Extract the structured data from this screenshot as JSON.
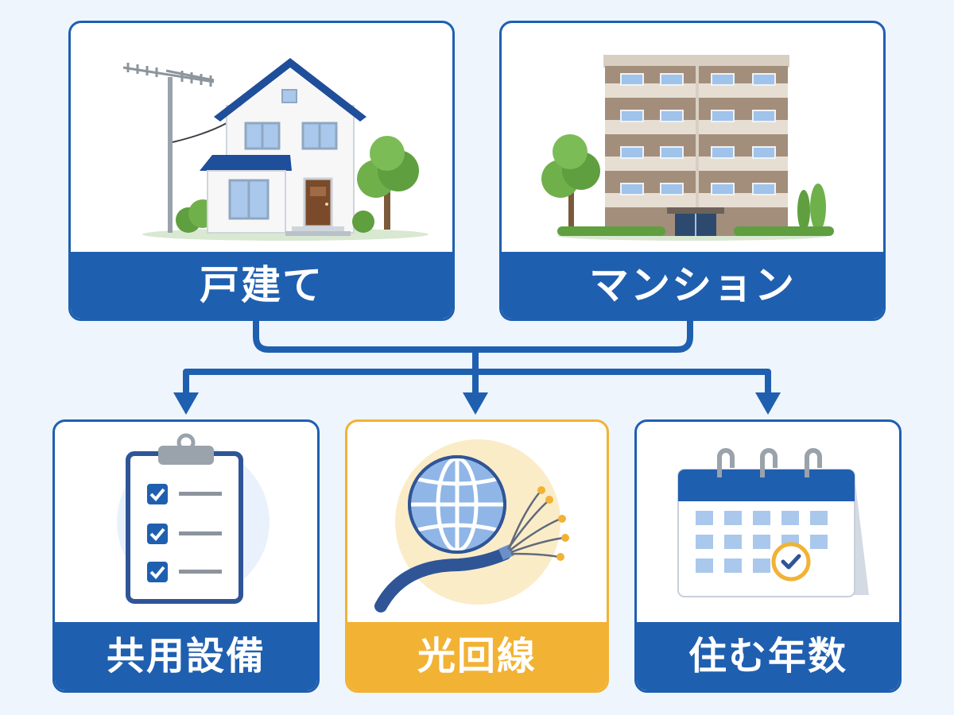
{
  "top_cards": [
    {
      "label": "戸建て",
      "icon": "house-icon"
    },
    {
      "label": "マンション",
      "icon": "apartment-icon"
    }
  ],
  "bottom_cards": [
    {
      "label": "共用設備",
      "icon": "clipboard-checklist-icon"
    },
    {
      "label": "光回線",
      "icon": "globe-fiber-icon",
      "highlighted": true
    },
    {
      "label": "住む年数",
      "icon": "calendar-icon"
    }
  ],
  "colors": {
    "primary": "#1f5fb0",
    "accent": "#f2b233",
    "background": "#eef5fd"
  }
}
